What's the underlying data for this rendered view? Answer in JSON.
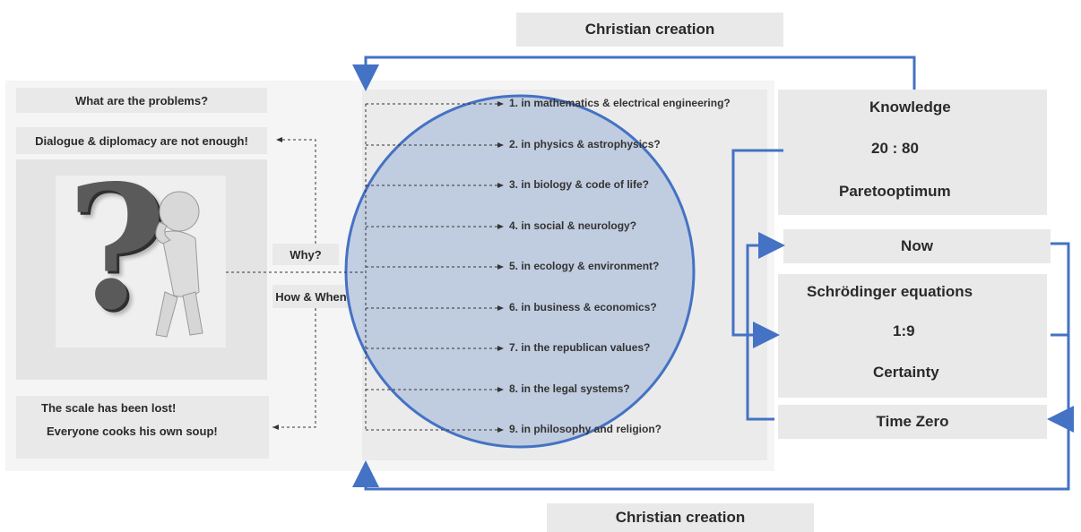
{
  "top_title": "Christian creation",
  "bottom_title": "Christian creation",
  "left": {
    "problems_label": "What are the problems?",
    "dialogue_label": "Dialogue & diplomacy are not enough!",
    "image_name": "question-mark-figure-image",
    "scale_line1": "The scale has been lost!",
    "scale_line2": "Everyone cooks his own soup!"
  },
  "middle": {
    "why_label": "Why?",
    "how_label": "How & When",
    "questions": [
      "1. in mathematics & electrical engineering?",
      "2. in physics & astrophysics?",
      "3. in biology & code of life?",
      "4. in social & neurology?",
      "5. in ecology & environment?",
      "6. in business & economics?",
      "7. in the republican values?",
      "8. in the legal systems?",
      "9. in philosophy and religion?"
    ]
  },
  "right": {
    "knowledge": "Knowledge",
    "ratio_20_80": "20 : 80",
    "paretooptimum": "Paretooptimum",
    "now": "Now",
    "schrodinger": "Schrödinger equations",
    "ratio_1_9": "1:9",
    "certainty": "Certainty",
    "time_zero": "Time Zero"
  },
  "colors": {
    "accent_blue": "#4472c4",
    "circle_fill": "#b8c7dd",
    "panel_gray": "#e9e9e9"
  }
}
